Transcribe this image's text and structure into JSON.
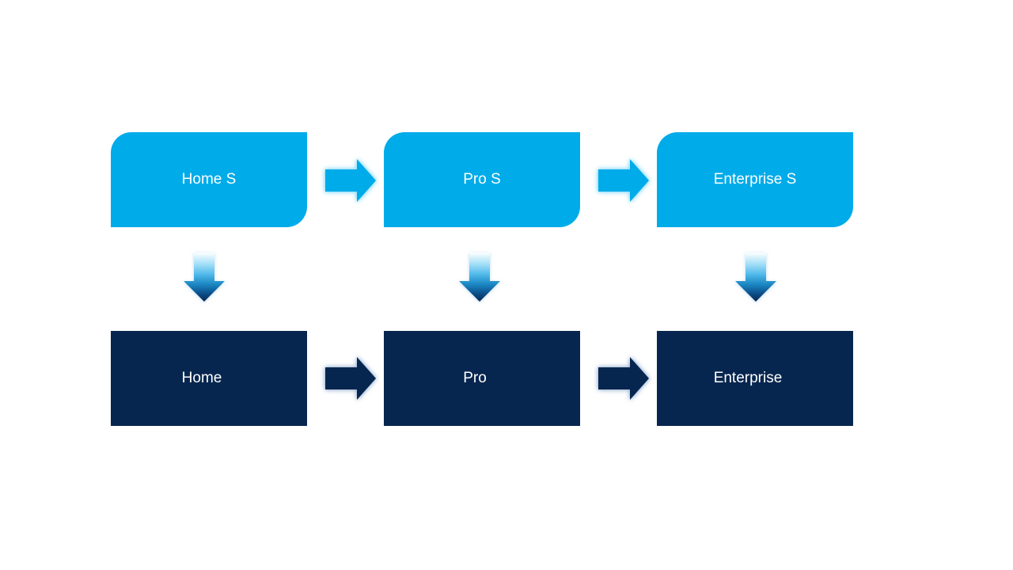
{
  "diagram": {
    "description": "Upgrade path process diagram with two tiers connected by arrows",
    "top_row": [
      {
        "label": "Home S"
      },
      {
        "label": "Pro S"
      },
      {
        "label": "Enterprise S"
      }
    ],
    "bottom_row": [
      {
        "label": "Home"
      },
      {
        "label": "Pro"
      },
      {
        "label": "Enterprise"
      }
    ],
    "icons": {
      "right_arrow": "right-arrow-icon",
      "down_arrow": "down-arrow-icon"
    },
    "colors": {
      "light": "#00ABEA",
      "dark": "#07264F",
      "text": "#FFFFFF"
    }
  }
}
